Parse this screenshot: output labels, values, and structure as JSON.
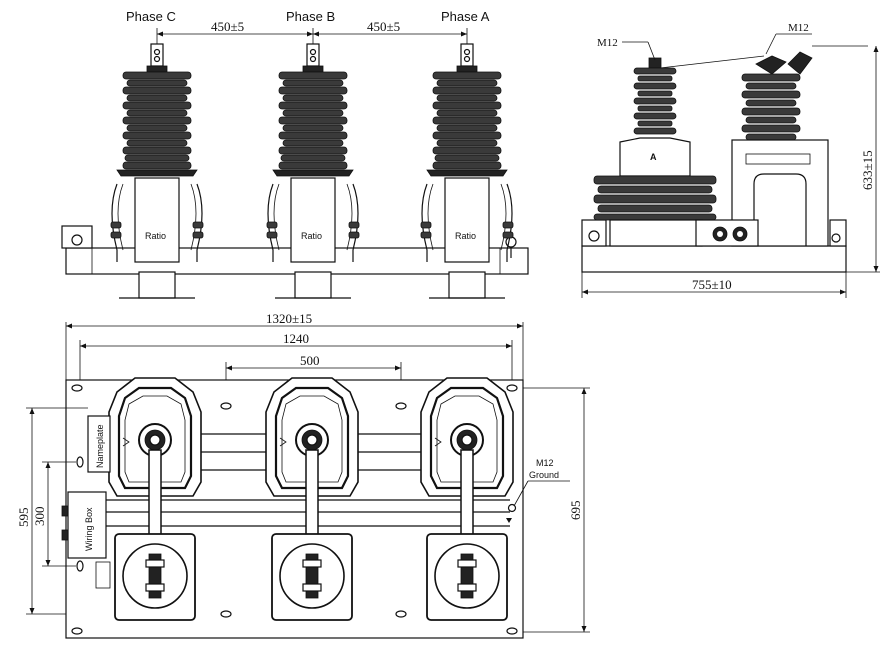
{
  "front_view": {
    "phase_c": "Phase C",
    "phase_b": "Phase B",
    "phase_a": "Phase A",
    "spacing_cb": "450±5",
    "spacing_ba": "450±5",
    "ratio_label": "Ratio"
  },
  "side_view": {
    "bolt_left": "M12",
    "bolt_right": "M12",
    "marker": "A",
    "height": "633±15",
    "depth": "755±10"
  },
  "top_view": {
    "overall_width": "1320±15",
    "mounting_width": "1240",
    "hole_spacing": "500",
    "overall_depth": "695",
    "outer_height": "595",
    "inner_height": "300",
    "nameplate": "Nameplate",
    "wiring_box": "Wiring Box",
    "ground_bolt": "M12",
    "ground_label": "Ground"
  }
}
